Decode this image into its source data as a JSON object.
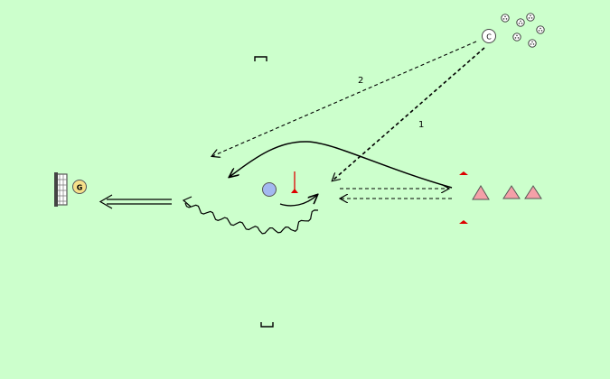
{
  "colors": {
    "pitch": "#ccffcc",
    "line": "#000000",
    "player_attacker": "#a3b8f0",
    "goalkeeper": "#f6e08a",
    "cone": "#f4a0a8",
    "marker": "#dd0000"
  },
  "labels": {
    "coach": "C",
    "goalkeeper": "G",
    "pass_1": "1",
    "pass_2": "2"
  },
  "elements": {
    "ball_count": 6,
    "cone_count": 3,
    "marker_count": 3,
    "line_types": [
      "dashed-pass",
      "solid-run",
      "wavy-dribble",
      "double-shot"
    ]
  }
}
